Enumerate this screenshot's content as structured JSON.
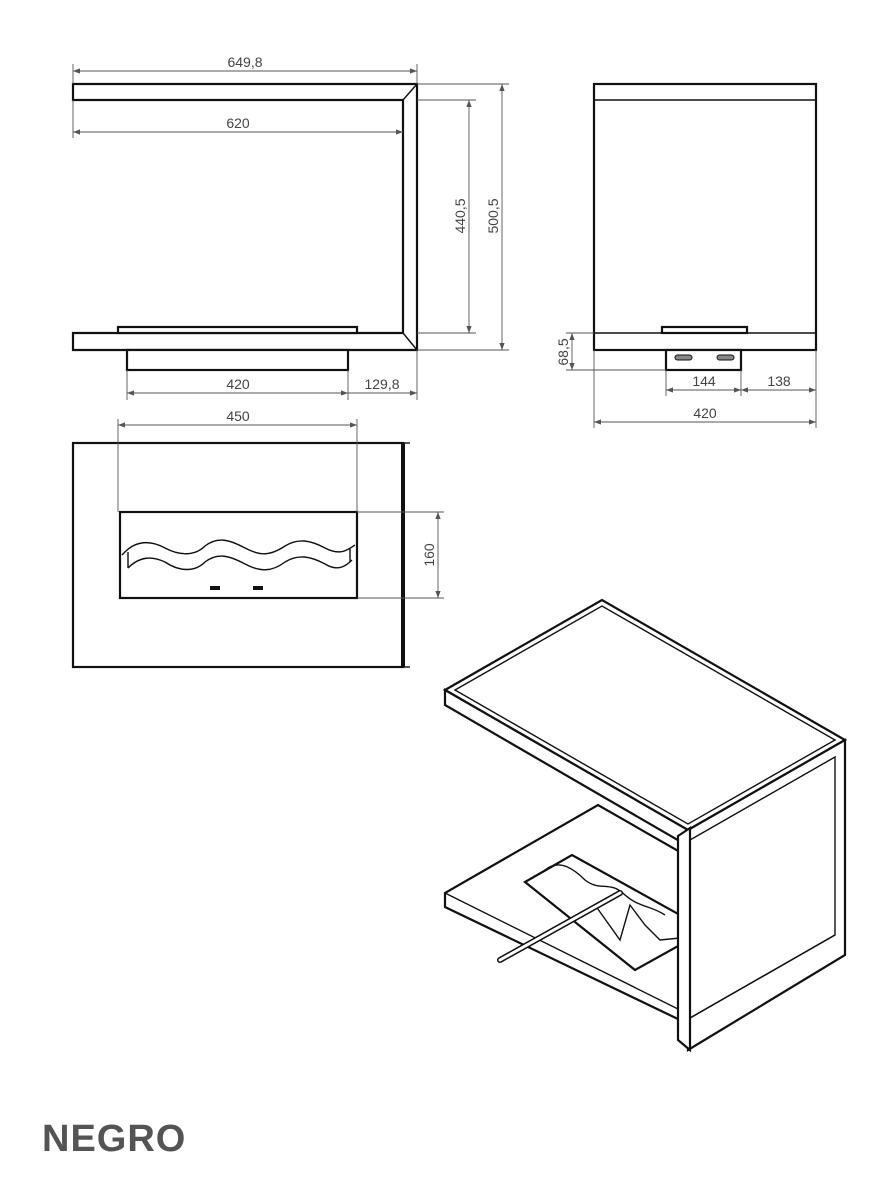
{
  "front_view": {
    "dims": {
      "total_width": "649,8",
      "inner_width": "620",
      "inner_height": "440,5",
      "total_height": "500,5",
      "bracket_width": "420",
      "offset": "129,8"
    }
  },
  "side_view": {
    "dims": {
      "bracket_height": "68,5",
      "bracket_width": "144",
      "offset": "138",
      "depth": "420"
    }
  },
  "top_view": {
    "dims": {
      "holder_width": "450",
      "holder_depth": "160"
    }
  },
  "product_label": "NEGRO",
  "colors": {
    "line": "#111111",
    "dimension": "#555555",
    "label": "#545454"
  }
}
